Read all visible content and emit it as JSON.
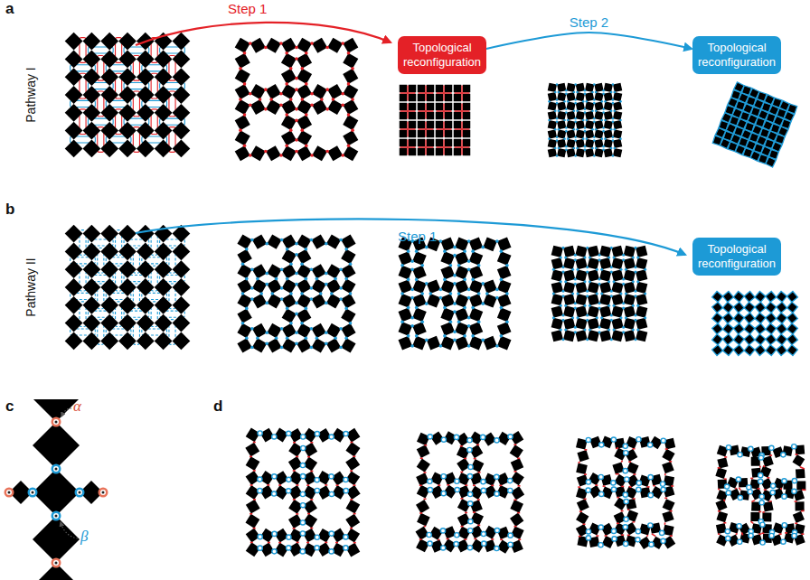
{
  "diagram": {
    "nodes": [
      {
        "text": [
          "Topological reconfiguration"
        ]
      },
      {
        "text": [
          "Topological reconfiguration"
        ]
      },
      {
        "text": [
          "Topological reconfiguration"
        ]
      }
    ],
    "edges": [
      {
        "from": 0,
        "to": 1,
        "arrow": "to",
        "label": "Step 2"
      }
    ],
    "labels": [
      "a",
      "Step 1",
      "Pathway I",
      "b",
      "Step 1",
      "Pathway II",
      "c",
      "α",
      "β",
      "d"
    ]
  }
}
